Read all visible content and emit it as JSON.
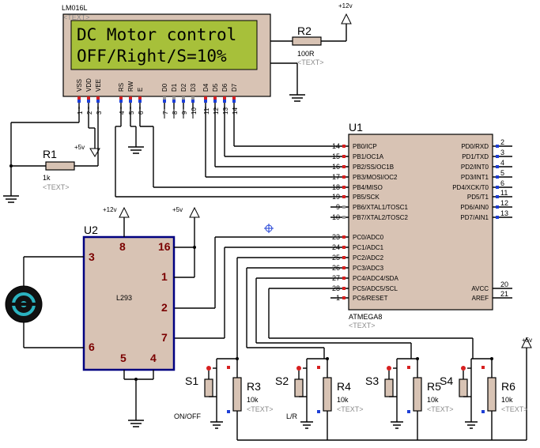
{
  "lcd": {
    "ref": "LM016L",
    "text_placeholder": "<TEXT>",
    "line1": "DC Motor control",
    "line2": "OFF/Right/S=10%",
    "pins": [
      "VSS",
      "VDD",
      "VEE",
      "RS",
      "RW",
      "E",
      "D0",
      "D1",
      "D2",
      "D3",
      "D4",
      "D5",
      "D6",
      "D7"
    ],
    "pin_numbers": [
      "1",
      "2",
      "3",
      "4",
      "5",
      "6",
      "7",
      "8",
      "9",
      "10",
      "11",
      "12",
      "13",
      "14"
    ]
  },
  "r2": {
    "ref": "R2",
    "value": "100R",
    "text": "<TEXT>"
  },
  "supply": {
    "v12_top": "+12v",
    "v12_u2": "+12v",
    "v5_r1": "+5v",
    "v5_u2": "+5v",
    "v5_right": "+5v"
  },
  "r1": {
    "ref": "R1",
    "value": "1k",
    "text": "<TEXT>"
  },
  "u1": {
    "ref": "U1",
    "part": "ATMEGA8",
    "text": "<TEXT>",
    "left_pins": [
      {
        "num": "14",
        "name": "PB0/ICP"
      },
      {
        "num": "15",
        "name": "PB1/OC1A"
      },
      {
        "num": "16",
        "name": "PB2/SS/OC1B"
      },
      {
        "num": "17",
        "name": "PB3/MOSI/OC2"
      },
      {
        "num": "18",
        "name": "PB4/MISO"
      },
      {
        "num": "19",
        "name": "PB5/SCK"
      },
      {
        "num": "9",
        "name": "PB6/XTAL1/TOSC1"
      },
      {
        "num": "10",
        "name": "PB7/XTAL2/TOSC2"
      },
      {
        "num": "23",
        "name": "PC0/ADC0"
      },
      {
        "num": "24",
        "name": "PC1/ADC1"
      },
      {
        "num": "25",
        "name": "PC2/ADC2"
      },
      {
        "num": "26",
        "name": "PC3/ADC3"
      },
      {
        "num": "27",
        "name": "PC4/ADC4/SDA"
      },
      {
        "num": "28",
        "name": "PC5/ADC5/SCL"
      },
      {
        "num": "1",
        "name": "PC6/RESET"
      }
    ],
    "right_pins": [
      {
        "num": "2",
        "name": "PD0/RXD"
      },
      {
        "num": "3",
        "name": "PD1/TXD"
      },
      {
        "num": "4",
        "name": "PD2/INT0"
      },
      {
        "num": "5",
        "name": "PD3/INT1"
      },
      {
        "num": "6",
        "name": "PD4/XCK/T0"
      },
      {
        "num": "11",
        "name": "PD5/T1"
      },
      {
        "num": "12",
        "name": "PD6/AIN0"
      },
      {
        "num": "13",
        "name": "PD7/AIN1"
      },
      {
        "num": "20",
        "name": "AVCC"
      },
      {
        "num": "21",
        "name": "AREF"
      }
    ]
  },
  "u2": {
    "ref": "U2",
    "part": "L293",
    "pins": {
      "p8": "8",
      "p16": "16",
      "p1": "1",
      "p2": "2",
      "p7": "7",
      "p3": "3",
      "p6": "6",
      "p5": "5",
      "p4": "4"
    }
  },
  "switches": [
    {
      "ref": "S1",
      "label": "ON/OFF"
    },
    {
      "ref": "S2",
      "label": "L/R"
    },
    {
      "ref": "S3",
      "label": ""
    },
    {
      "ref": "S4",
      "label": ""
    }
  ],
  "resistors": [
    {
      "ref": "R3",
      "value": "10k",
      "text": "<TEXT>"
    },
    {
      "ref": "R4",
      "value": "10k",
      "text": "<TEXT>"
    },
    {
      "ref": "R5",
      "value": "10k",
      "text": "<TEXT>"
    },
    {
      "ref": "R6",
      "value": "10k",
      "text": "<TEXT>"
    }
  ]
}
